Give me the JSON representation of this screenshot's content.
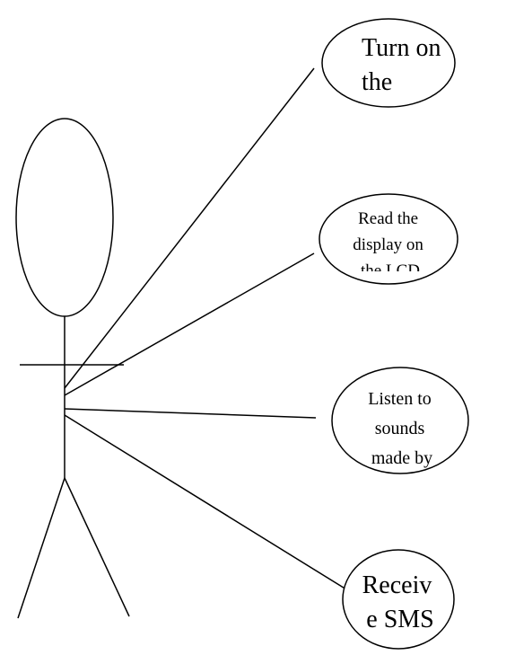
{
  "diagram": {
    "use_cases": [
      {
        "id": "turn-on",
        "lines": [
          "Turn on",
          "the"
        ]
      },
      {
        "id": "read-display",
        "lines": [
          "Read the",
          "display on",
          "the LCD"
        ]
      },
      {
        "id": "listen-sounds",
        "lines": [
          "Listen to",
          "sounds",
          "made by"
        ]
      },
      {
        "id": "receive-sms",
        "lines": [
          "Receiv",
          "e SMS"
        ]
      }
    ]
  }
}
